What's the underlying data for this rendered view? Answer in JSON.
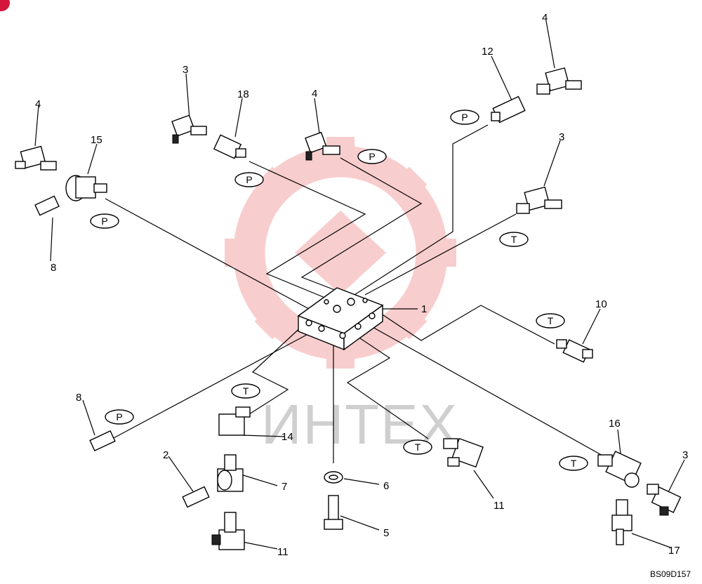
{
  "diagram": {
    "drawing_code": "BS09D157",
    "watermark_text": "ИНТЕХ",
    "colors": {
      "watermark_logo": "#f4a6a6",
      "watermark_text": "#cfcfcf",
      "corner_badge": "#d4163c",
      "lines": "#000000"
    },
    "port_labels": {
      "pressure": "P",
      "tank": "T"
    },
    "part_numbers": {
      "p1": "1",
      "p2": "2",
      "p3a": "3",
      "p3b": "3",
      "p3c": "3",
      "p4a": "4",
      "p4b": "4",
      "p4c": "4",
      "p5": "5",
      "p6": "6",
      "p7": "7",
      "p8a": "8",
      "p8b": "8",
      "p10": "10",
      "p11a": "11",
      "p11b": "11",
      "p12": "12",
      "p14": "14",
      "p15": "15",
      "p16": "16",
      "p17": "17",
      "p18": "18"
    }
  }
}
